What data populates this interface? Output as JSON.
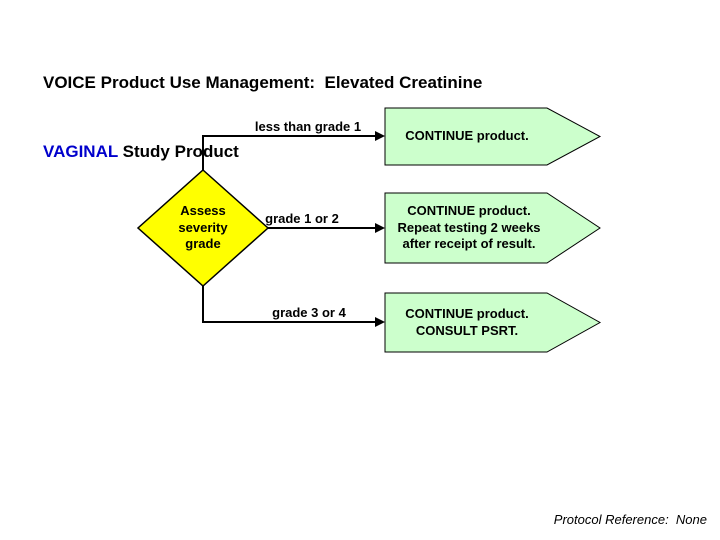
{
  "title": {
    "line1": "VOICE Product Use Management:  Elevated Creatinine",
    "line2_highlight": "VAGINAL",
    "line2_rest": " Study Product"
  },
  "flowchart": {
    "decision": {
      "label": "Assess\nseverity\ngrade"
    },
    "branches": [
      {
        "condition": "less than grade 1",
        "outcome": "CONTINUE product."
      },
      {
        "condition": "grade 1 or 2",
        "outcome": "CONTINUE product.\nRepeat testing 2 weeks\nafter receipt of result."
      },
      {
        "condition": "grade 3 or 4",
        "outcome": "CONTINUE product.\nCONSULT PSRT."
      }
    ]
  },
  "footer": {
    "protocol_reference": "Protocol Reference:  None"
  },
  "colors": {
    "decision_fill": "#ffff00",
    "outcome_fill": "#ccffcc",
    "highlight_text": "#0000cc",
    "line": "#000000"
  }
}
